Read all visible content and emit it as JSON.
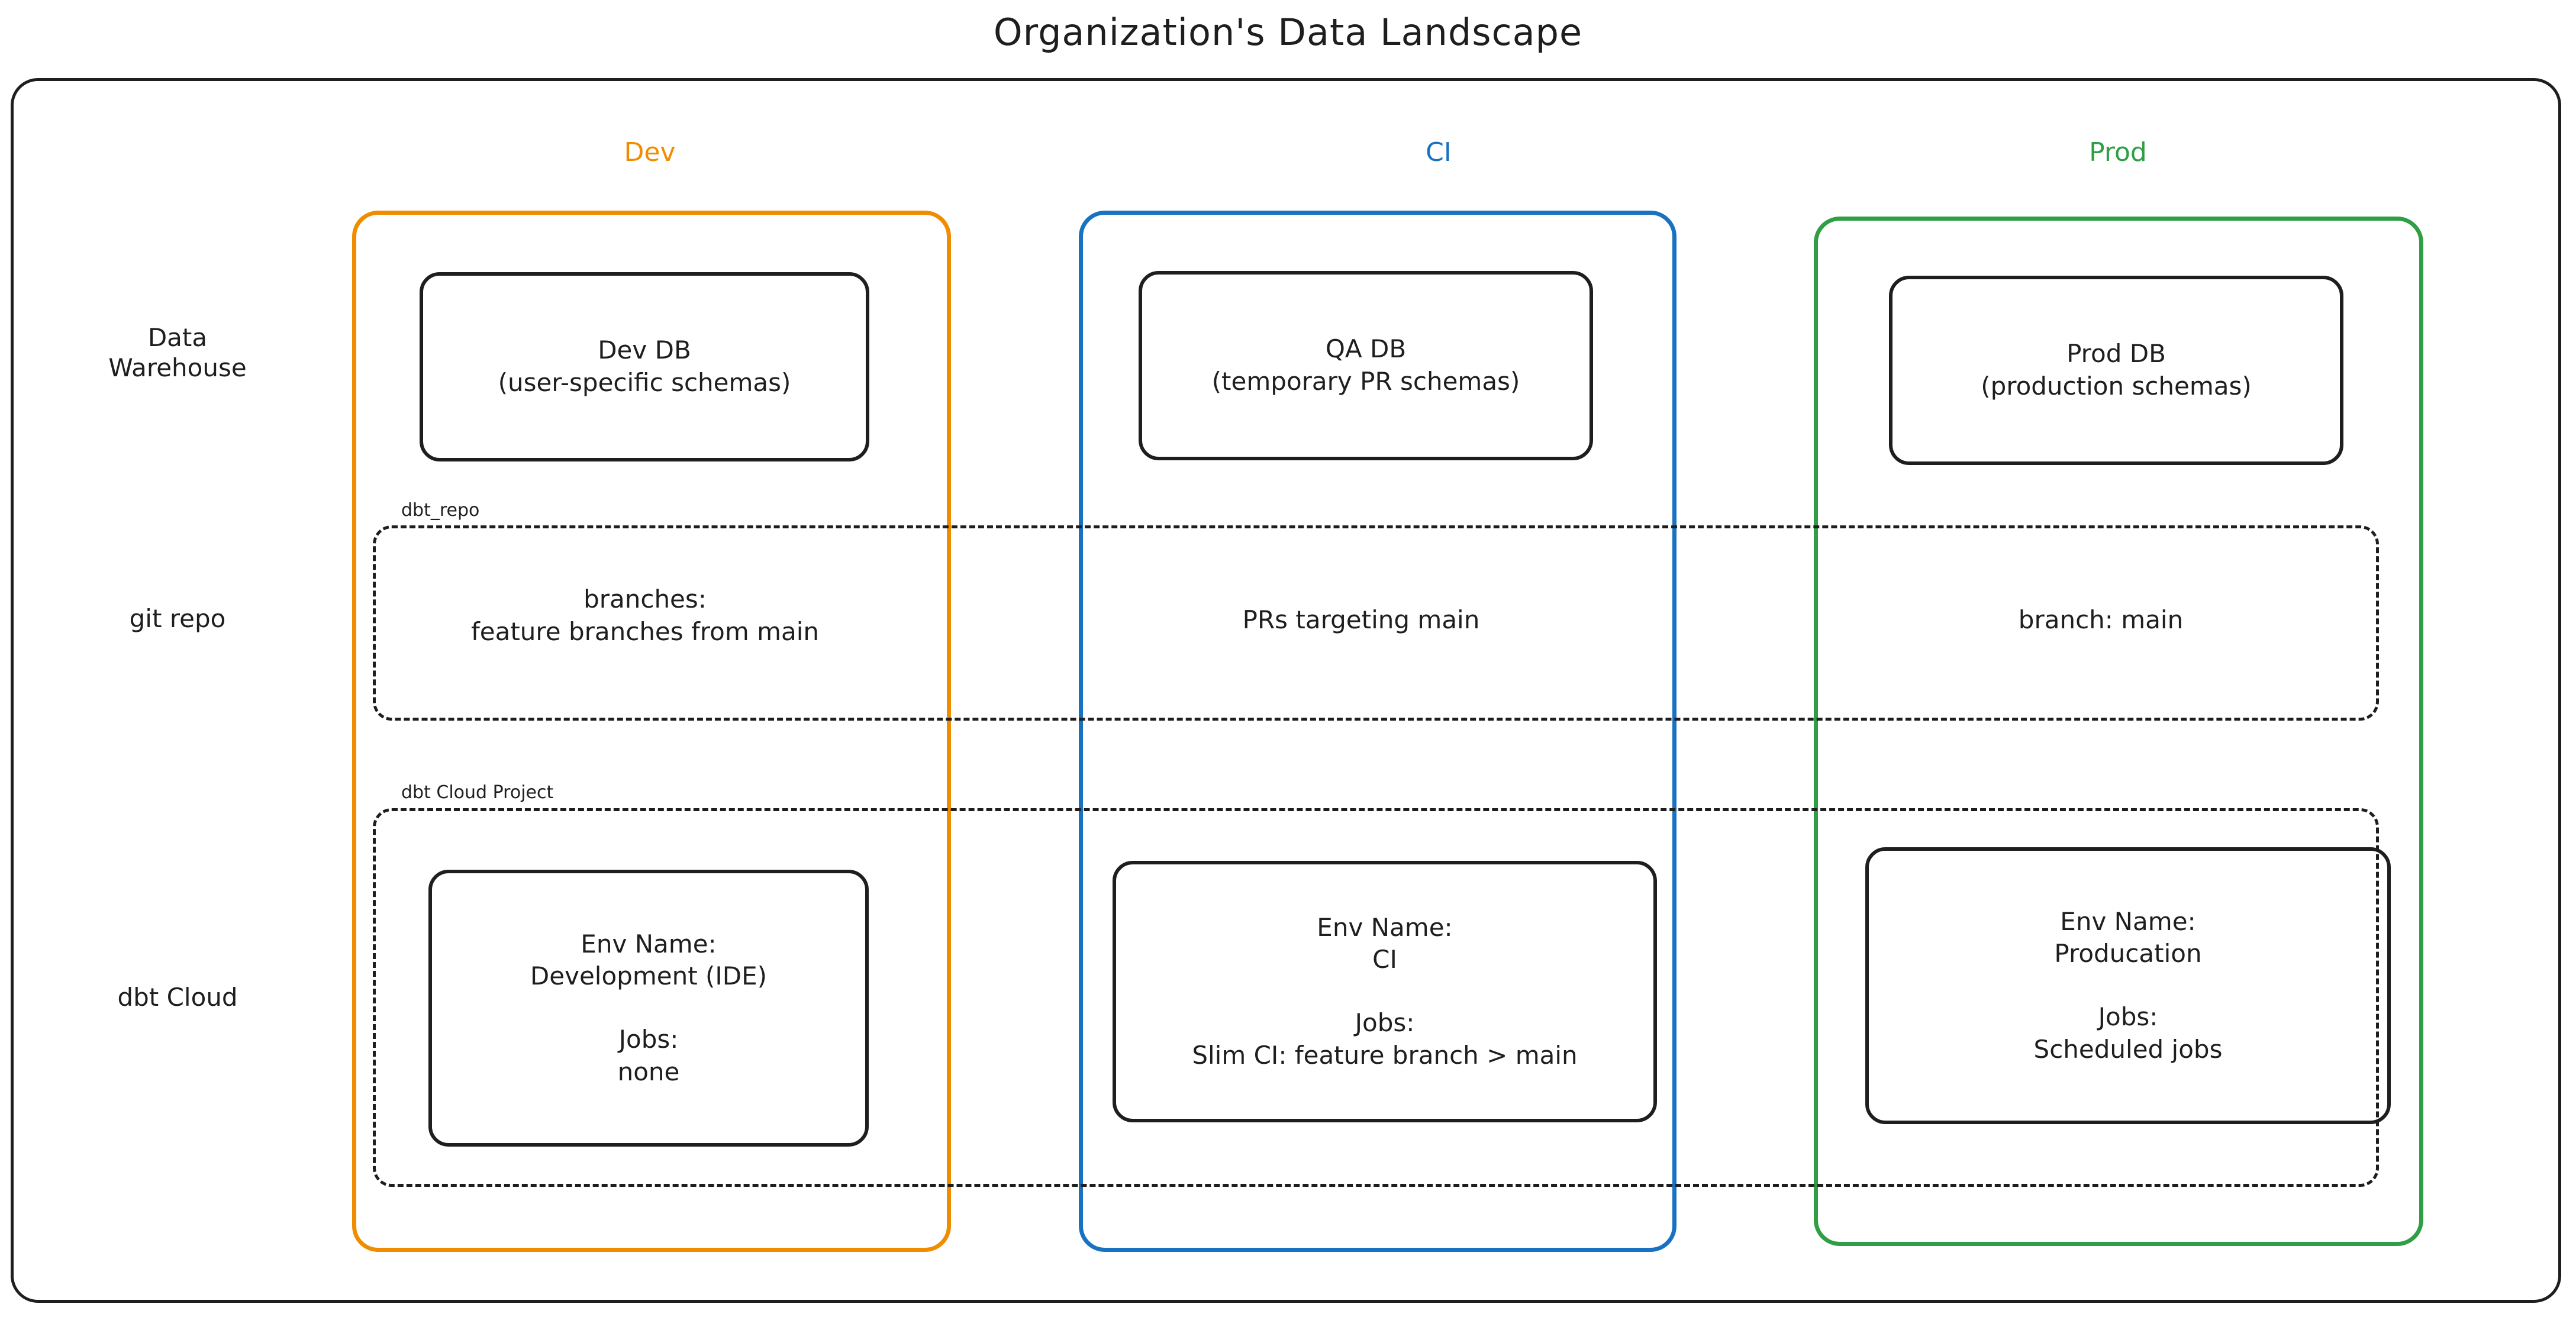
{
  "title": "Organization's Data Landscape",
  "columns": [
    {
      "id": "dev",
      "label": "Dev",
      "color": "#f08c00"
    },
    {
      "id": "ci",
      "label": "CI",
      "color": "#1971c2"
    },
    {
      "id": "prod",
      "label": "Prod",
      "color": "#2f9e44"
    }
  ],
  "rows": [
    {
      "id": "warehouse",
      "label_line1": "Data",
      "label_line2": "Warehouse"
    },
    {
      "id": "gitrepo",
      "label_line1": "git repo",
      "label_line2": ""
    },
    {
      "id": "dbtcloud",
      "label_line1": "dbt Cloud",
      "label_line2": ""
    }
  ],
  "groups": {
    "repo": {
      "label": "dbt_repo"
    },
    "cloud": {
      "label": "dbt Cloud Project"
    }
  },
  "warehouse": {
    "dev": {
      "line1": "Dev DB",
      "line2": "(user-specific schemas)"
    },
    "ci": {
      "line1": "QA DB",
      "line2": "(temporary PR schemas)"
    },
    "prod": {
      "line1": "Prod DB",
      "line2": "(production schemas)"
    }
  },
  "gitrepo": {
    "dev": {
      "line1": "branches:",
      "line2": "feature branches from main"
    },
    "ci": {
      "line1": "PRs targeting main",
      "line2": ""
    },
    "prod": {
      "line1": "branch: main",
      "line2": ""
    }
  },
  "dbtcloud": {
    "dev": {
      "env_label": "Env Name:",
      "env_value": "Development (IDE)",
      "jobs_label": "Jobs:",
      "jobs_value": "none"
    },
    "ci": {
      "env_label": "Env Name:",
      "env_value": "CI",
      "jobs_label": "Jobs:",
      "jobs_value": "Slim CI: feature branch > main"
    },
    "prod": {
      "env_label": "Env Name:",
      "env_value": "Producation",
      "jobs_label": "Jobs:",
      "jobs_value": "Scheduled jobs"
    }
  }
}
